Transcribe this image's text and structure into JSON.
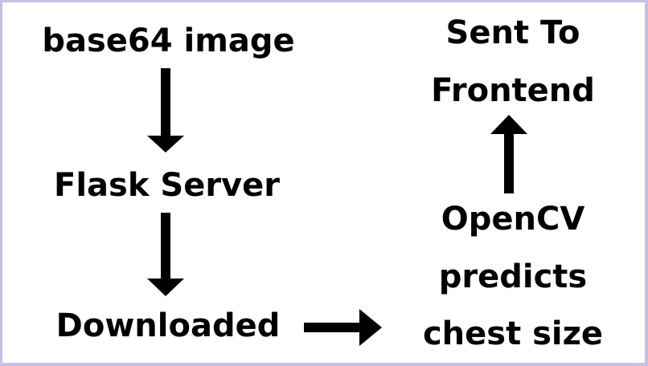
{
  "nodes": {
    "input": {
      "label": "base64 image"
    },
    "server": {
      "label": "Flask Server"
    },
    "download": {
      "label": "Downloaded"
    },
    "predict": {
      "lines": [
        "OpenCV",
        "predicts",
        "chest size"
      ]
    },
    "output": {
      "lines": [
        "Sent To",
        "Frontend"
      ]
    }
  },
  "colors": {
    "background": "#ffffff",
    "border": "#c9bfe6",
    "ink": "#000000"
  }
}
